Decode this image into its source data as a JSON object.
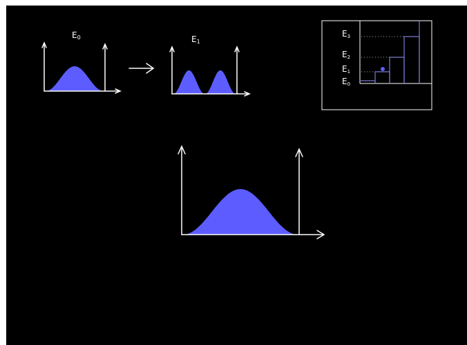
{
  "colors": {
    "background": "#000000",
    "stroke": "#ffffff",
    "fill": "#5d5dff",
    "level_line": "#7a7ad0",
    "dots": "#aaaaaa"
  },
  "wave_small_ground": {
    "label_base": "E",
    "label_sub": "0",
    "shape": "one-hump"
  },
  "transition_arrow": {
    "direction": "right"
  },
  "wave_small_excited": {
    "label_base": "E",
    "label_sub": "1",
    "shape": "two-hump"
  },
  "wave_large": {
    "shape": "one-hump"
  },
  "energy_panel": {
    "levels": [
      {
        "base": "E",
        "sub": "3"
      },
      {
        "base": "E",
        "sub": "2"
      },
      {
        "base": "E",
        "sub": "1"
      },
      {
        "base": "E",
        "sub": "0"
      }
    ],
    "marker_on_level": 1
  }
}
